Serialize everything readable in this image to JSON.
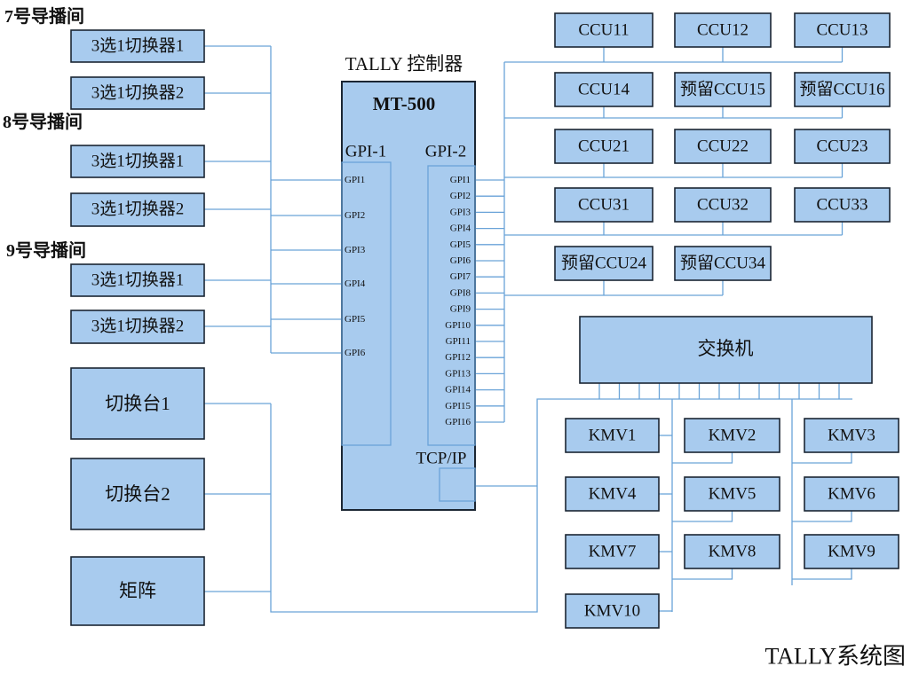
{
  "rooms": [
    "7号导播间",
    "8号导播间",
    "9号导播间"
  ],
  "switchers": [
    "3选1切换器1",
    "3选1切换器2",
    "3选1切换器1",
    "3选1切换器2",
    "3选1切换器1",
    "3选1切换器2"
  ],
  "consoles": [
    "切换台1",
    "切换台2",
    "矩阵"
  ],
  "controller": {
    "title": "TALLY 控制器",
    "model": "MT-500",
    "gpi1_label": "GPI-1",
    "gpi2_label": "GPI-2",
    "gpi1_ports": [
      "GPI1",
      "GPI2",
      "GPI3",
      "GPI4",
      "GPI5",
      "GPI6"
    ],
    "gpi2_ports": [
      "GPI1",
      "GPI2",
      "GPI3",
      "GPI4",
      "GPI5",
      "GPI6",
      "GPI7",
      "GPI8",
      "GPI9",
      "GPI10",
      "GPI11",
      "GPI12",
      "GPI13",
      "GPI14",
      "GPI15",
      "GPI16"
    ],
    "tcp_label": "TCP/IP"
  },
  "ccus": [
    [
      "CCU11",
      "CCU12",
      "CCU13"
    ],
    [
      "CCU14",
      "预留CCU15",
      "预留CCU16"
    ],
    [
      "CCU21",
      "CCU22",
      "CCU23"
    ],
    [
      "CCU31",
      "CCU32",
      "CCU33"
    ],
    [
      "预留CCU24",
      "预留CCU34"
    ]
  ],
  "network_switch": "交换机",
  "kmvs": [
    "KMV1",
    "KMV2",
    "KMV3",
    "KMV4",
    "KMV5",
    "KMV6",
    "KMV7",
    "KMV8",
    "KMV9",
    "KMV10"
  ],
  "caption": "TALLY系统图",
  "colors": {
    "box": "#a8cbee",
    "line": "#6aa3d8",
    "border": "#1b2633"
  }
}
